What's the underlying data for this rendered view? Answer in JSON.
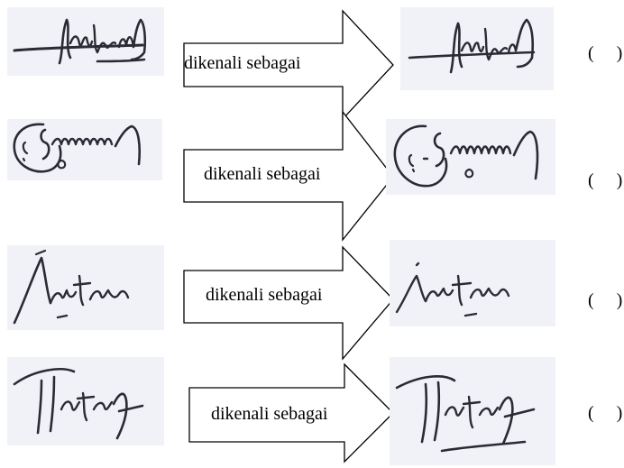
{
  "rows": [
    {
      "label": "dikenali sebagai",
      "mark": "(     )",
      "original_signature": "signature: shintani",
      "recognized_signature": "signature: shintani"
    },
    {
      "label": "dikenali sebagai",
      "mark": "(     )",
      "original_signature": "signature: s. (circled initial)",
      "recognized_signature": "signature: s. (circled initial)"
    },
    {
      "label": "dikenali sebagai",
      "mark": "(     )",
      "original_signature": "signature: intan",
      "recognized_signature": "signature: intan"
    },
    {
      "label": "dikenali sebagai",
      "mark": "(     )",
      "original_signature": "signature: hatauf",
      "recognized_signature": "signature: hatauf"
    }
  ],
  "colors": {
    "signature_background": "#f1f2f8",
    "ink": "#2a2b34",
    "arrow_stroke": "#000000",
    "arrow_fill": "#ffffff"
  }
}
